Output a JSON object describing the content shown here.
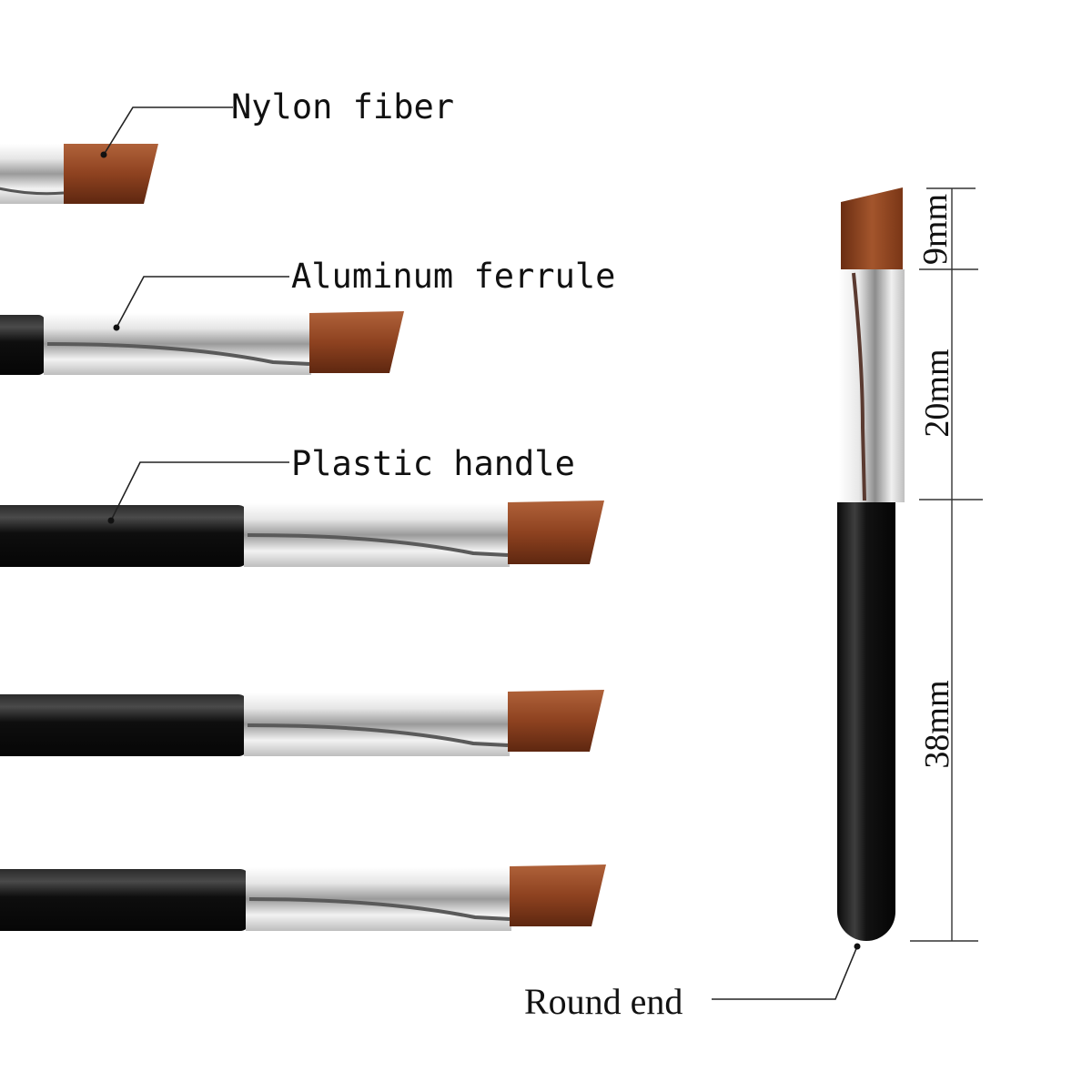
{
  "labels": {
    "nylon_fiber": "Nylon fiber",
    "aluminum_ferrule": "Aluminum ferrule",
    "plastic_handle": "Plastic handle",
    "round_end": "Round end"
  },
  "dimensions": {
    "bristle_length": "9mm",
    "ferrule_length": "20mm",
    "handle_length": "38mm"
  },
  "colors": {
    "bristle": "#9a4a22",
    "bristle_dark": "#5e2710",
    "handle": "#141414",
    "ferrule": "#d8d8d8"
  }
}
